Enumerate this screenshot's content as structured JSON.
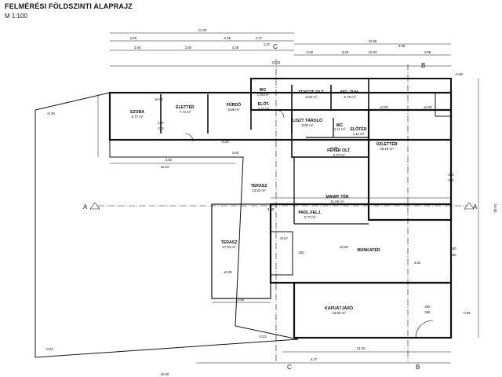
{
  "title": "FELMÉRÉSI FÖLDSZINTI ALAPRAJZ",
  "scale": "M 1:100",
  "rooms": [
    {
      "name": "SZOBA",
      "area": "5.77 m²"
    },
    {
      "name": "ÉLETTÉR",
      "area": "7.74 m²"
    },
    {
      "name": "FÜRDŐ",
      "area": "6.89 m²"
    },
    {
      "name": "WC",
      "area": "1.93 m²"
    },
    {
      "name": "ELŐT.",
      "area": "4.27 m²"
    },
    {
      "name": "FEKETE OLT.",
      "area": "6.82 m²"
    },
    {
      "name": "MO.-ZUH.",
      "area": "5.79 m²"
    },
    {
      "name": "LISZT TÁROLÓ",
      "area": "8.92 m²"
    },
    {
      "name": "WC",
      "area": "1.11 m²"
    },
    {
      "name": "ELŐTÉR",
      "area": "1.11 m²"
    },
    {
      "name": "FEHÉR OLT.",
      "area": "4.77 m²"
    },
    {
      "name": "ÜZLETTÉR",
      "area": "49.18 m²"
    },
    {
      "name": "MANIP. TÉR",
      "area": "11.06 m²"
    },
    {
      "name": "PADL.FELJ.",
      "area": "3.77 m²"
    },
    {
      "name": "MUNKATÉR",
      "area": ""
    },
    {
      "name": "TERASZ",
      "area": "14.93 m²"
    },
    {
      "name": "TERASZ",
      "area": "27.93 m²"
    },
    {
      "name": "KAPUÁTJÁRÓ",
      "area": "43.55 m²"
    }
  ],
  "levels": [
    "±0.00",
    "-0.28",
    "-0.20",
    "-0.23",
    "-0.23",
    "±0.00",
    "-0.88",
    "-0.88",
    "±0.00",
    "±0.00",
    "±0.00",
    "±0.00",
    "+0.07"
  ],
  "dimensions": {
    "top": [
      "24.25",
      "13.30",
      "10.95",
      "6.50",
      "2.55",
      "2.47",
      "3.55",
      "2.55",
      "4.35",
      "10.93",
      "2.60",
      "3.45",
      "4.95",
      "4.95",
      "2.37"
    ],
    "bottom": [
      "13.02",
      "4.47",
      "15.36",
      "3.85"
    ],
    "right": [
      "19.00"
    ],
    "misc": [
      "290",
      "255",
      "290",
      "255",
      "3.50",
      "290",
      "260",
      "365",
      "100",
      "210",
      "3.00",
      "3.50",
      "12.62",
      "2.90"
    ]
  },
  "sections": [
    "A",
    "A",
    "B",
    "B",
    "C",
    "C"
  ]
}
